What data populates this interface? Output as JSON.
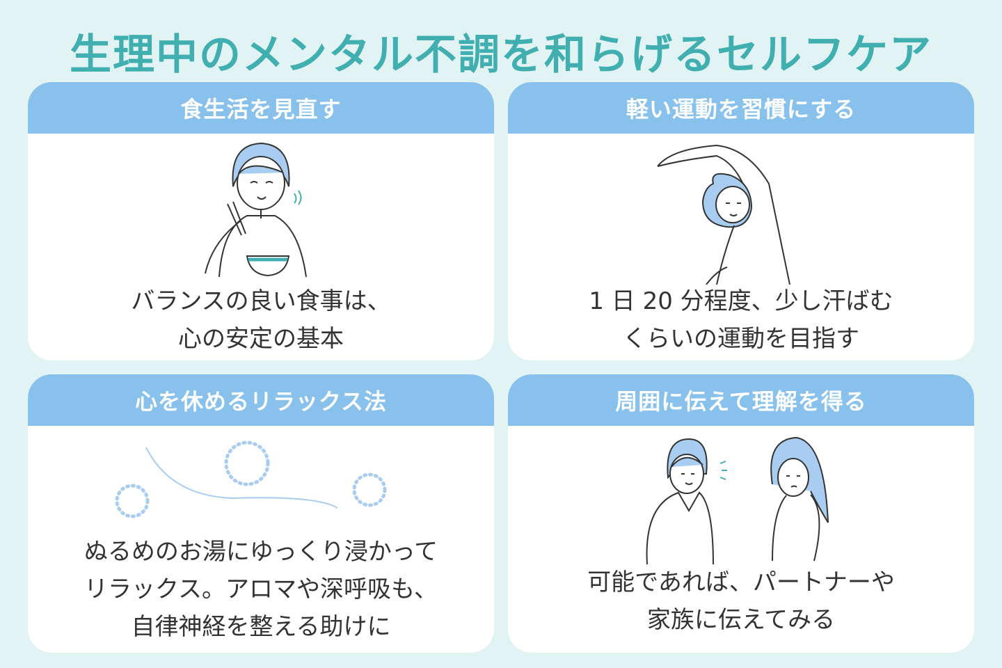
{
  "title": "生理中のメンタル不調を和らげるセルフケア",
  "cards": [
    {
      "heading": "食生活を見直す",
      "lines": [
        "バランスの良い食事は、",
        "心の安定の基本"
      ]
    },
    {
      "heading": "軽い運動を習慣にする",
      "lines": [
        "1 日 20 分程度、少し汗ばむ",
        "くらいの運動を目指す"
      ]
    },
    {
      "heading": "心を休めるリラックス法",
      "lines": [
        "ぬるめのお湯にゆっくり浸かって",
        "リラックス。アロマや深呼吸も、",
        "自律神経を整える助けに"
      ]
    },
    {
      "heading": "周囲に伝えて理解を得る",
      "lines": [
        "可能であれば、パートナーや",
        "家族に伝えてみる"
      ]
    }
  ],
  "colors": {
    "background": "#e1f3f3",
    "title": "#41afb0",
    "header": "#88c2ec",
    "text": "#333333",
    "hair": "#a9cdf0"
  }
}
